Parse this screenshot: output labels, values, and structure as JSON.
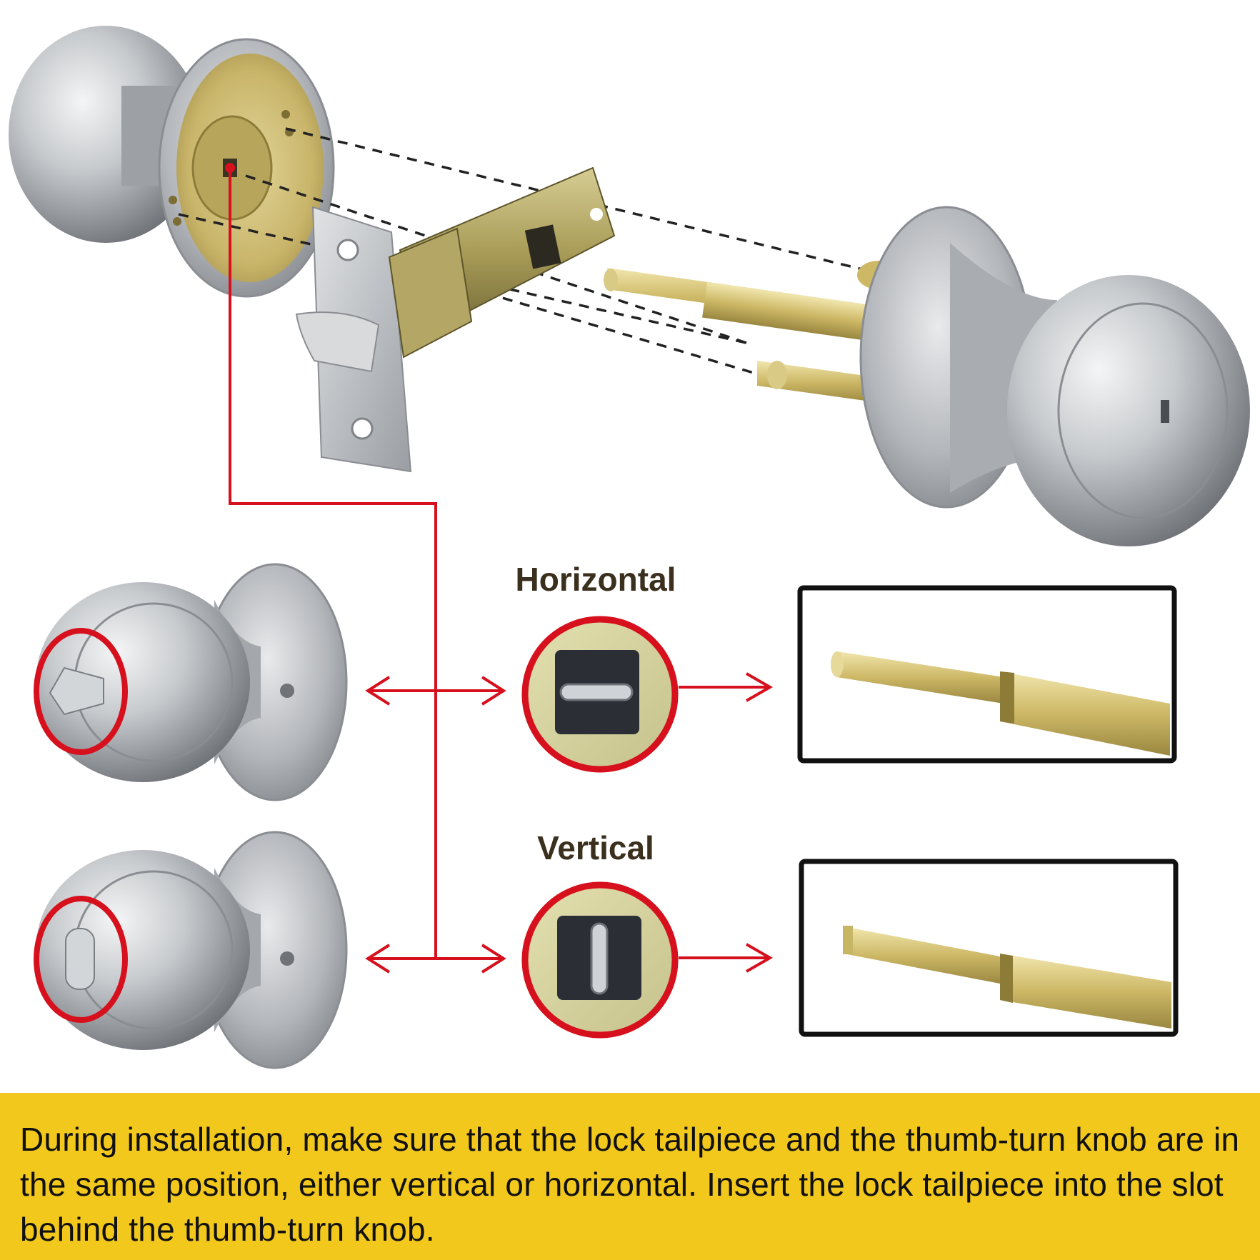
{
  "labels": {
    "horizontal": "Horizontal",
    "vertical": "Vertical"
  },
  "instruction": "During installation, make sure that the lock tailpiece and the thumb-turn knob are in the same position, either vertical or horizontal. Insert the lock tailpiece into the slot behind the thumb-turn knob.",
  "colors": {
    "accent_red": "#d6101c",
    "banner_yellow": "#f2c81c",
    "brass": "#c9b56a",
    "steel": "#b9bcc0",
    "label_brown": "#3b2f1e"
  },
  "icons": [
    "knob-icon",
    "latch-icon",
    "tailpiece-icon",
    "thumb-turn-icon",
    "slot-icon",
    "arrow-icon"
  ]
}
